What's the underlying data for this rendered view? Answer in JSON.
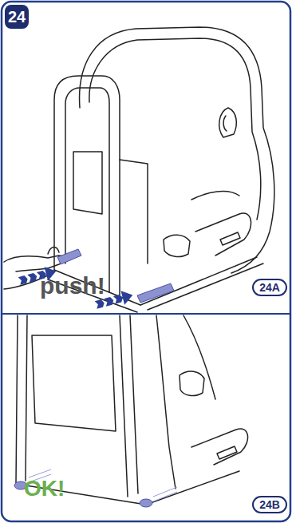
{
  "diagram": {
    "nodes": [
      {
        "text": [
          "24"
        ]
      },
      {
        "text": [
          "24A"
        ]
      },
      {
        "text": [
          "24B"
        ]
      }
    ],
    "labels": [
      "push!",
      "OK!"
    ]
  }
}
